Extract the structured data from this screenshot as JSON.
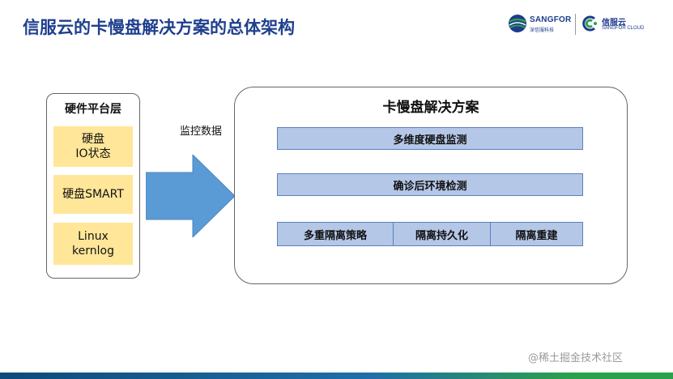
{
  "slide": {
    "title": "信服云的卡慢盘解决方案的总体架构"
  },
  "logos": {
    "sangfor_brand": "SANGFOR",
    "sangfor_sub": "深信服科技",
    "cloud_brand": "信服云",
    "cloud_sub": "SANGFOR CLOUD"
  },
  "hardware": {
    "title": "硬件平台层",
    "items": [
      {
        "line1": "硬盘",
        "line2": "IO状态"
      },
      {
        "line1": "硬盘SMART",
        "line2": ""
      },
      {
        "line1": "Linux",
        "line2": "kernlog"
      }
    ]
  },
  "arrow": {
    "label": "监控数据"
  },
  "solution": {
    "title": "卡慢盘解决方案",
    "bar1": "多维度硬盘监测",
    "bar2": "确诊后环境检测",
    "bar3": [
      "多重隔离策略",
      "隔离持久化",
      "隔离重建"
    ]
  },
  "watermark": "@稀土掘金技术社区",
  "colors": {
    "title_blue": "#1f3f8f",
    "hw_item_fill": "#ffe699",
    "bar_fill": "#b4c7e7",
    "arrow_fill": "#5b9bd5"
  }
}
